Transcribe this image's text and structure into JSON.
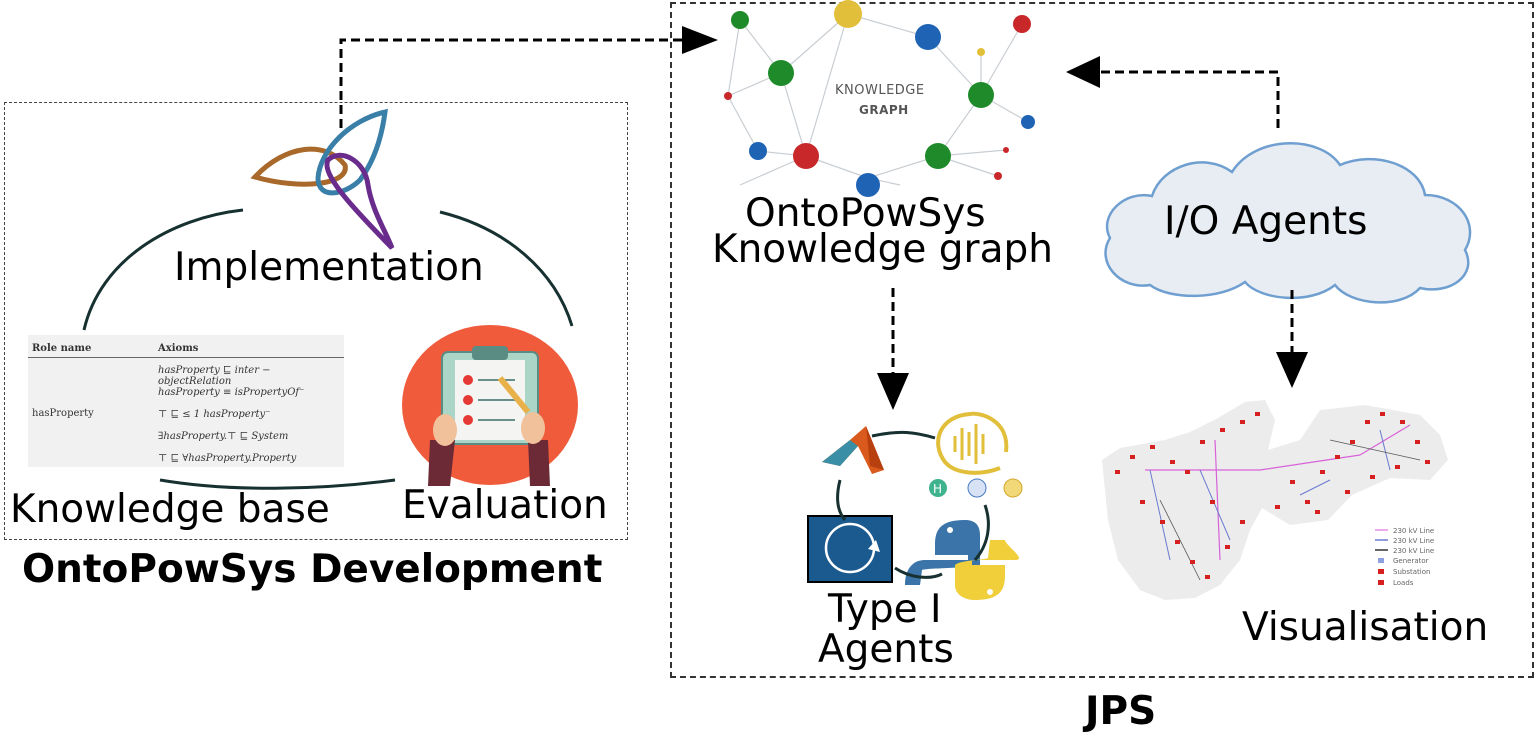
{
  "development": {
    "title": "OntoPowSys Development",
    "implementation_label": "Implementation",
    "knowledge_base_label": "Knowledge base",
    "evaluation_label": "Evaluation",
    "kb_table": {
      "col_role": "Role name",
      "col_axioms": "Axioms",
      "role_value": "hasProperty",
      "axioms": [
        "hasProperty ⊑ inter − objectRelation",
        "hasProperty ≡ isPropertyOf⁻",
        "⊤ ⊑ ≤ 1 hasProperty⁻",
        "∃hasProperty.⊤ ⊑ System",
        "⊤ ⊑ ∀hasProperty.Property"
      ]
    }
  },
  "jps": {
    "title": "JPS",
    "kg_image_line1": "KNOWLEDGE",
    "kg_image_line2": "GRAPH",
    "kg_label_line1": "OntoPowSys",
    "kg_label_line2": "Knowledge graph",
    "io_agents_label": "I/O Agents",
    "type1_line1": "Type I",
    "type1_line2": "Agents",
    "visualisation_label": "Visualisation",
    "map_legend": [
      "230 kV Line",
      "230 kV Line",
      "230 kV Line",
      "Generator",
      "Substation",
      "Loads"
    ]
  },
  "colors": {
    "node_green": "#1e8a2a",
    "node_red": "#c8282a",
    "node_blue": "#1f63b5",
    "node_yellow": "#e2bf3a",
    "cloud_fill": "#e8edf3",
    "cloud_stroke": "#6f9fd0",
    "clipboard_bg": "#ef5b3b",
    "arc_color": "#173030"
  },
  "icons": [
    "ontology-logo-icon",
    "clipboard-evaluation-icon",
    "matlab-icon",
    "agent-logo-icon",
    "loop-icon",
    "python-icon",
    "cloud-icon"
  ]
}
